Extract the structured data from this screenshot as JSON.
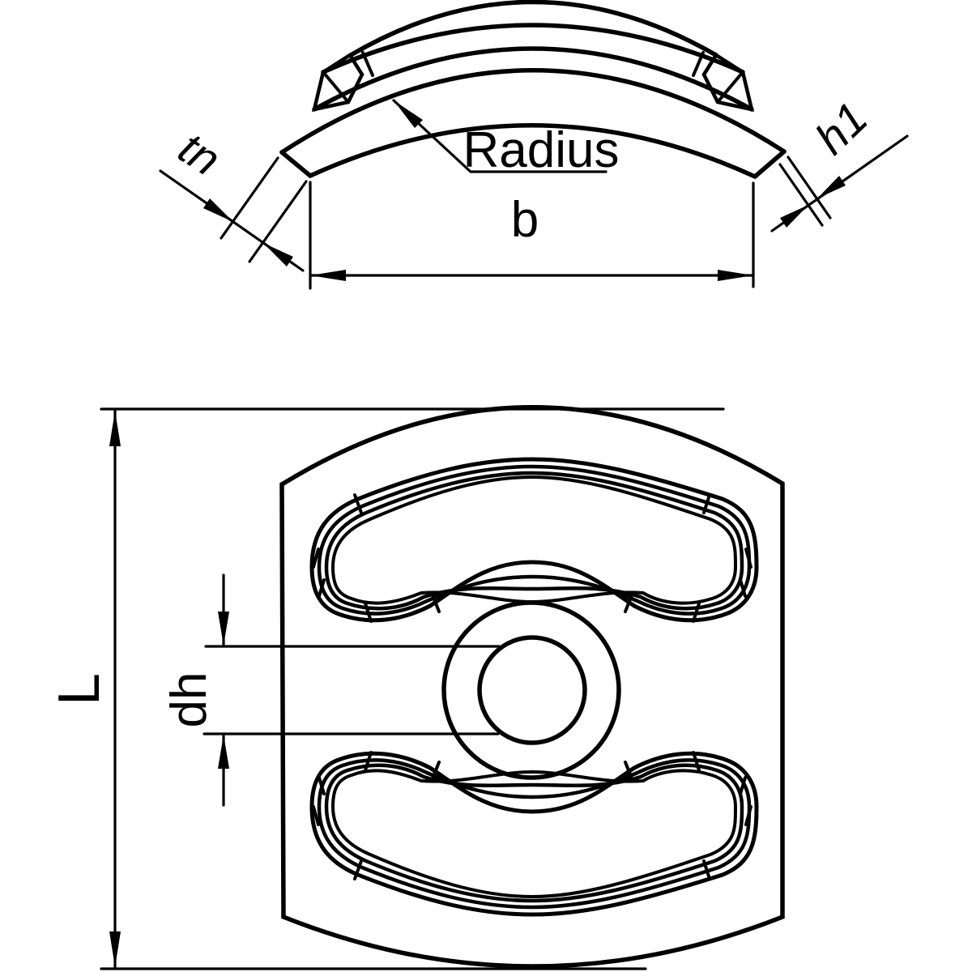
{
  "page": {
    "background": "#ffffff",
    "line_color": "#000000"
  },
  "views": {
    "profile": {
      "labels": {
        "tn": "tn",
        "radius": "Radius",
        "b": "b",
        "h1": "h1"
      }
    },
    "plan": {
      "labels": {
        "L": "L",
        "dh": "dh"
      }
    }
  }
}
